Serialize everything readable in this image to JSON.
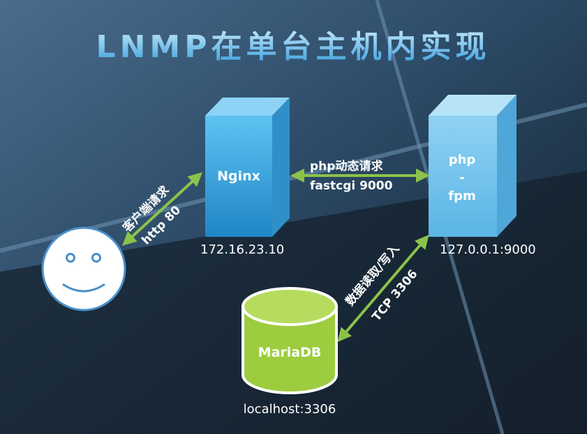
{
  "title": "LNMP在单台主机内实现",
  "nodes": {
    "nginx": {
      "label": "Nginx",
      "address": "172.16.23.10"
    },
    "php_fpm": {
      "label_line1": "php",
      "label_line2": "-",
      "label_line3": "fpm",
      "address": "127.0.0.1:9000"
    },
    "mariadb": {
      "label": "MariaDB",
      "address": "localhost:3306"
    },
    "client": {
      "icon": "smiley-face-icon"
    }
  },
  "edges": {
    "client_nginx": {
      "line1": "客户端请求",
      "line2": "http 80"
    },
    "nginx_php": {
      "line1": "php动态请求",
      "line2": "fastcgi 9000"
    },
    "php_db": {
      "line1": "数据读取/写入",
      "line2": "TCP 3306"
    }
  },
  "colors": {
    "box_front": "#4fb3e8",
    "box_light": "#8dd3f5",
    "db_green": "#9dcc3f",
    "arrow_green": "#8bc34a",
    "client_face": "#ffffff",
    "client_outline": "#4a90c8"
  }
}
